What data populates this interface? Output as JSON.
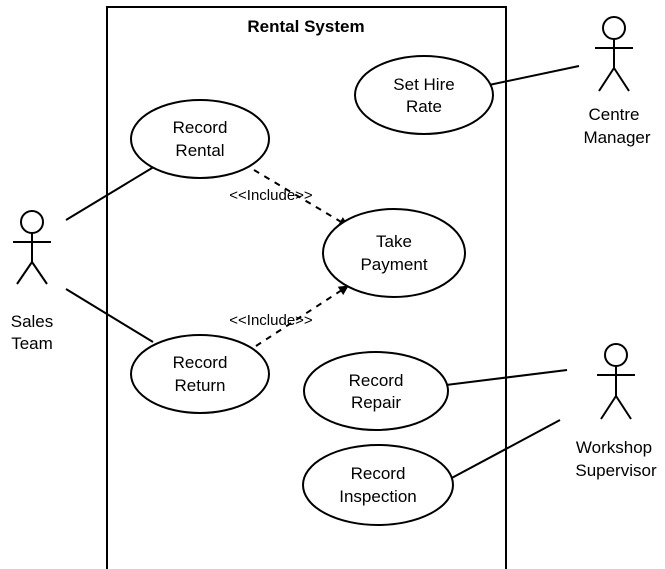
{
  "system": {
    "title": "Rental System"
  },
  "actors": {
    "sales_team": {
      "line1": "Sales",
      "line2": "Team"
    },
    "centre_manager": {
      "line1": "Centre",
      "line2": "Manager"
    },
    "workshop_supervisor": {
      "line1": "Workshop",
      "line2": "Supervisor"
    }
  },
  "use_cases": {
    "record_rental": {
      "line1": "Record",
      "line2": "Rental"
    },
    "record_return": {
      "line1": "Record",
      "line2": "Return"
    },
    "take_payment": {
      "line1": "Take",
      "line2": "Payment"
    },
    "set_hire_rate": {
      "line1": "Set Hire",
      "line2": "Rate"
    },
    "record_repair": {
      "line1": "Record",
      "line2": "Repair"
    },
    "record_inspection": {
      "line1": "Record",
      "line2": "Inspection"
    }
  },
  "relationships": {
    "include_label_1": "<<Include>>",
    "include_label_2": "<<Include>>"
  },
  "colors": {
    "stroke": "#000000",
    "background": "#ffffff"
  }
}
